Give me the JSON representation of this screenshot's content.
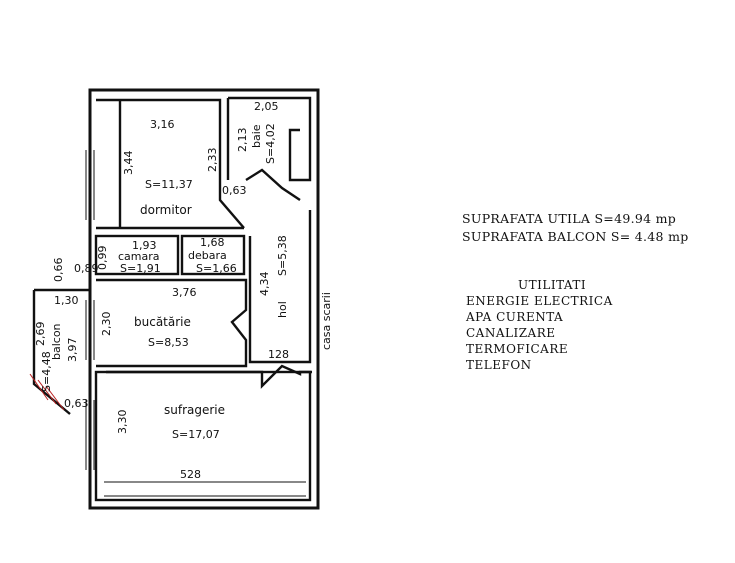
{
  "rooms": {
    "dormitor": {
      "name": "dormitor",
      "area": "S=11,37",
      "width": "3,16",
      "height": "3,44",
      "side": "2,33",
      "door": "0,63"
    },
    "baie": {
      "name": "baie",
      "area": "S=4,02",
      "width": "2,05",
      "height": "2,13"
    },
    "camara": {
      "name": "camara",
      "area": "S=1,91",
      "width": "1,93",
      "height": "0,99"
    },
    "debara": {
      "name": "debara",
      "area": "S=1,66",
      "width": "1,68"
    },
    "hol": {
      "name": "hol",
      "area": "S=5,38",
      "length": "4,34",
      "width": "128"
    },
    "bucatarie": {
      "name": "bucătărie",
      "area": "S=8,53",
      "width": "3,76",
      "height": "2,30"
    },
    "balcon": {
      "name": "balcon",
      "area": "S=4,48",
      "length": "2,69",
      "height": "3,97",
      "top_a": "0,66",
      "top_b": "0,89",
      "top_w": "1,30",
      "door": "0,63"
    },
    "sufragerie": {
      "name": "sufragerie",
      "area": "S=17,07",
      "width": "528",
      "height": "3,30"
    }
  },
  "casa_scarii": "casa scarii",
  "summary": {
    "line1": "SUPRAFATA UTILA S=49.94 mp",
    "line2": "SUPRAFATA BALCON S= 4.48 mp"
  },
  "utilities": {
    "title": "UTILITATI",
    "items": [
      "ENERGIE ELECTRICA",
      "APA CURENTA",
      "CANALIZARE",
      "TERMOFICARE",
      "TELEFON"
    ]
  }
}
